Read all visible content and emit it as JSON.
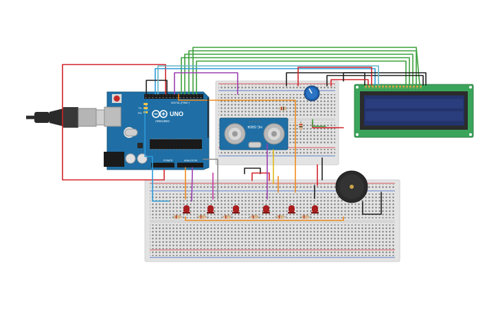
{
  "arduino": {
    "brand": "UNO",
    "logo_text": "ARDUINO",
    "digital_label": "DIGITAL (PWM~)",
    "power_label": "POWER",
    "analog_label": "ANALOG IN",
    "tx_label": "TX",
    "rx_label": "RX",
    "l_label": "L"
  },
  "sensor": {
    "model": "HC-SR04"
  },
  "colors": {
    "board_blue": "#1f6fa6",
    "breadboard": "#e3e3e3",
    "lcd_pcb": "#3aa55a",
    "lcd_screen": "#23336b",
    "led_red": "#a91e1e",
    "buzzer": "#2a2a2a",
    "wire_red": "#d2232a",
    "wire_green": "#3ca03c",
    "wire_black": "#1e1e1e",
    "wire_orange": "#f08a1a",
    "wire_yellow": "#e0b818",
    "wire_purple": "#9b3fb0",
    "wire_blue": "#2a9ad8",
    "wire_gray": "#8a8a8a"
  }
}
